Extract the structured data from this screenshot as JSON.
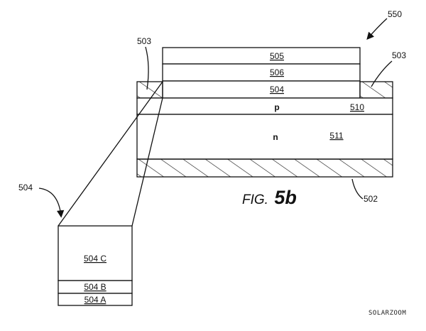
{
  "figure": {
    "assembly_ref": "550",
    "caption_prefix": "FIG.",
    "caption_number": "5b",
    "watermark": "SOLARZOOM"
  },
  "layers": {
    "l505": "505",
    "l506": "506",
    "l504": "504",
    "p_letter": "p",
    "l510": "510",
    "n_letter": "n",
    "l511": "511",
    "l502": "502"
  },
  "callouts": {
    "left_503": "503",
    "right_503": "503",
    "left_504": "504",
    "bottom_502": "502"
  },
  "inset": {
    "c": "504 C",
    "b": "504 B",
    "a": "504 A"
  },
  "colors": {
    "ink": "#111111",
    "paper": "#ffffff"
  }
}
